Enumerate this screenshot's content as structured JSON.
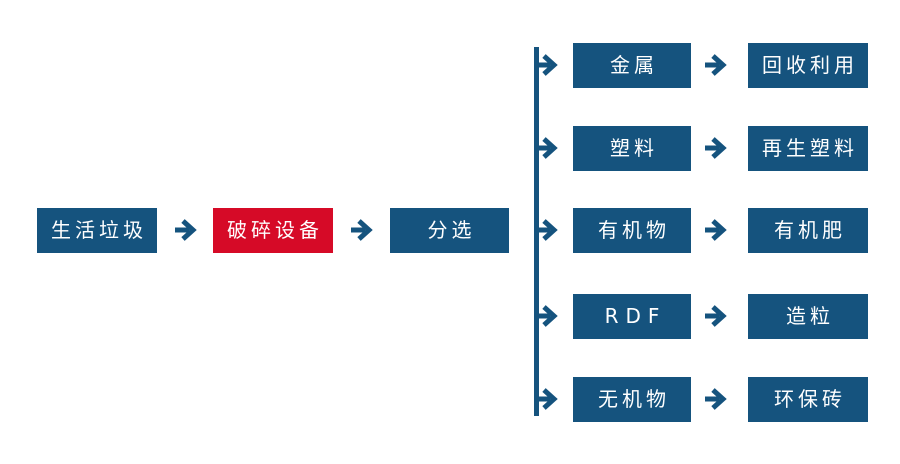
{
  "diagram": {
    "colors": {
      "primary_blue": "#15537E",
      "accent_red": "#D60A27",
      "node_text": "#FFFFFF"
    },
    "main_flow": [
      {
        "label": "生活垃圾",
        "color": "blue"
      },
      {
        "label": "破碎设备",
        "color": "red"
      },
      {
        "label": "分选",
        "color": "blue"
      }
    ],
    "branches": [
      {
        "category": "金属",
        "product": "回收利用"
      },
      {
        "category": "塑料",
        "product": "再生塑料"
      },
      {
        "category": "有机物",
        "product": "有机肥"
      },
      {
        "category": "RDF",
        "product": "造粒"
      },
      {
        "category": "无机物",
        "product": "环保砖"
      }
    ]
  }
}
